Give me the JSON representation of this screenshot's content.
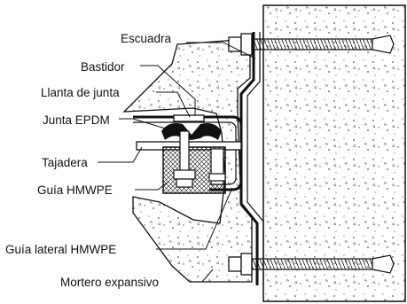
{
  "labels": {
    "escuadra": "Escuadra",
    "bastidor": "Bastidor",
    "llanta_de_junta": "Llanta de junta",
    "junta_epdm": "Junta EPDM",
    "tajadera": "Tajadera",
    "guia_hmwpe": "Guía HMWPE",
    "guia_lateral_hmwpe": "Guía lateral HMWPE",
    "mortero_expansivo": "Mortero expansivo"
  },
  "colors": {
    "line": "#111111",
    "concrete_fill": "#ffffff",
    "concrete_speckle": "#555555",
    "epdm": "#111111",
    "hmwpe_hatch": "#111111"
  }
}
